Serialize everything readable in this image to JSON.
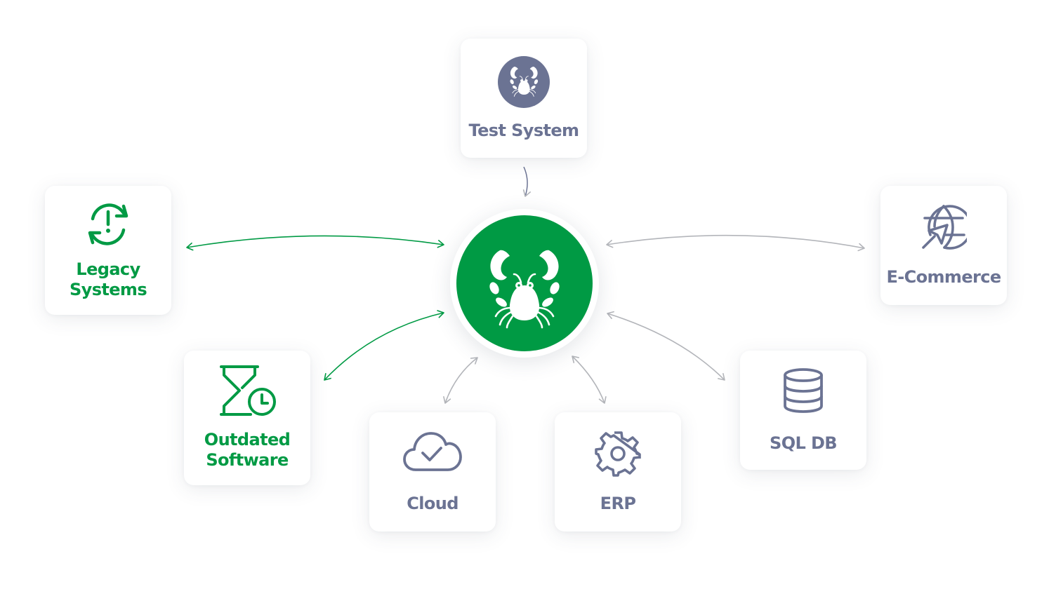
{
  "colors": {
    "brand_green": "#009a44",
    "grey_blue": "#6b7393",
    "connector_grey": "#b3b5ba",
    "background": "#ffffff"
  },
  "hub": {
    "icon": "crab-icon",
    "label": ""
  },
  "nodes": {
    "test_system": {
      "label": "Test System",
      "icon": "crab-icon",
      "style": "grey",
      "connection": "incoming"
    },
    "legacy_systems": {
      "label": "Legacy Systems",
      "line1": "Legacy",
      "line2": "Systems",
      "icon": "sync-alert-icon",
      "style": "green",
      "connection": "bidirectional"
    },
    "outdated_software": {
      "label": "Outdated Software",
      "line1": "Outdated",
      "line2": "Software",
      "icon": "hourglass-clock-icon",
      "style": "green",
      "connection": "bidirectional"
    },
    "cloud": {
      "label": "Cloud",
      "icon": "cloud-check-icon",
      "style": "grey",
      "connection": "bidirectional"
    },
    "erp": {
      "label": "ERP",
      "icon": "gear-icon",
      "style": "grey",
      "connection": "bidirectional"
    },
    "sql_db": {
      "label": "SQL DB",
      "icon": "database-icon",
      "style": "grey",
      "connection": "bidirectional"
    },
    "e_commerce": {
      "label": "E-Commerce",
      "icon": "globe-cursor-icon",
      "style": "grey",
      "connection": "bidirectional"
    }
  }
}
